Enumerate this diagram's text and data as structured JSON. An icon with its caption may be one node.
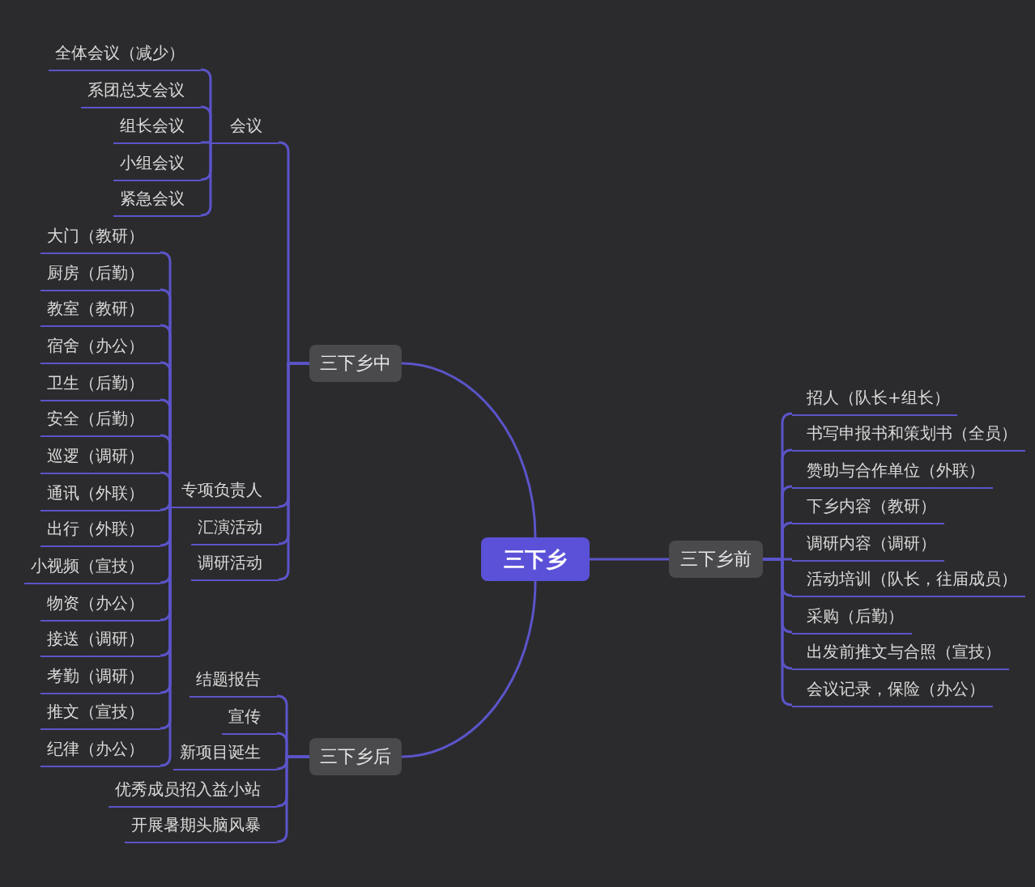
{
  "diagram": {
    "nodes": [
      {
        "text": [
          "三下乡"
        ]
      },
      {
        "text": [
          "三下乡中"
        ]
      },
      {
        "text": [
          "会议"
        ]
      },
      {
        "text": [
          "全体会议（减少）"
        ]
      },
      {
        "text": [
          "系团总支会议"
        ]
      },
      {
        "text": [
          "组长会议"
        ]
      },
      {
        "text": [
          "小组会议"
        ]
      },
      {
        "text": [
          "紧急会议"
        ]
      },
      {
        "text": [
          "专项负责人"
        ]
      },
      {
        "text": [
          "大门（教研）"
        ]
      },
      {
        "text": [
          "厨房（后勤）"
        ]
      },
      {
        "text": [
          "教室（教研）"
        ]
      },
      {
        "text": [
          "宿舍（办公）"
        ]
      },
      {
        "text": [
          "卫生（后勤）"
        ]
      },
      {
        "text": [
          "安全（后勤）"
        ]
      },
      {
        "text": [
          "巡逻（调研）"
        ]
      },
      {
        "text": [
          "通讯（外联）"
        ]
      },
      {
        "text": [
          "出行（外联）"
        ]
      },
      {
        "text": [
          "小视频（宣技）"
        ]
      },
      {
        "text": [
          "物资（办公）"
        ]
      },
      {
        "text": [
          "接送（调研）"
        ]
      },
      {
        "text": [
          "考勤（调研）"
        ]
      },
      {
        "text": [
          "推文（宣技）"
        ]
      },
      {
        "text": [
          "纪律（办公）"
        ]
      },
      {
        "text": [
          "汇演活动"
        ]
      },
      {
        "text": [
          "调研活动"
        ]
      },
      {
        "text": [
          "三下乡后"
        ]
      },
      {
        "text": [
          "结题报告"
        ]
      },
      {
        "text": [
          "宣传"
        ]
      },
      {
        "text": [
          "新项目诞生"
        ]
      },
      {
        "text": [
          "优秀成员招入益小站"
        ]
      },
      {
        "text": [
          "开展暑期头脑风暴"
        ]
      },
      {
        "text": [
          "三下乡前"
        ]
      },
      {
        "text": [
          "招人（队长+组长）"
        ]
      },
      {
        "text": [
          "书写申报书和策划书（全员）"
        ]
      },
      {
        "text": [
          "赞助与合作单位（外联）"
        ]
      },
      {
        "text": [
          "下乡内容（教研）"
        ]
      },
      {
        "text": [
          "调研内容（调研）"
        ]
      },
      {
        "text": [
          "活动培训（队长，往届成员）"
        ]
      },
      {
        "text": [
          "采购（后勤）"
        ]
      },
      {
        "text": [
          "出发前推文与合照（宣技）"
        ]
      },
      {
        "text": [
          "会议记录，保险（办公）"
        ]
      }
    ],
    "edges": [
      {
        "from": 0,
        "to": 1,
        "arrow": "none"
      },
      {
        "from": 1,
        "to": 2,
        "arrow": "none"
      },
      {
        "from": 2,
        "to": 3,
        "arrow": "none"
      },
      {
        "from": 2,
        "to": 4,
        "arrow": "none"
      },
      {
        "from": 2,
        "to": 5,
        "arrow": "none"
      },
      {
        "from": 2,
        "to": 6,
        "arrow": "none"
      },
      {
        "from": 2,
        "to": 7,
        "arrow": "none"
      },
      {
        "from": 1,
        "to": 8,
        "arrow": "none"
      },
      {
        "from": 8,
        "to": 9,
        "arrow": "none"
      },
      {
        "from": 8,
        "to": 10,
        "arrow": "none"
      },
      {
        "from": 8,
        "to": 11,
        "arrow": "none"
      },
      {
        "from": 8,
        "to": 12,
        "arrow": "none"
      },
      {
        "from": 8,
        "to": 13,
        "arrow": "none"
      },
      {
        "from": 8,
        "to": 14,
        "arrow": "none"
      },
      {
        "from": 8,
        "to": 15,
        "arrow": "none"
      },
      {
        "from": 8,
        "to": 16,
        "arrow": "none"
      },
      {
        "from": 8,
        "to": 17,
        "arrow": "none"
      },
      {
        "from": 8,
        "to": 18,
        "arrow": "none"
      },
      {
        "from": 8,
        "to": 19,
        "arrow": "none"
      },
      {
        "from": 8,
        "to": 20,
        "arrow": "none"
      },
      {
        "from": 8,
        "to": 21,
        "arrow": "none"
      },
      {
        "from": 8,
        "to": 22,
        "arrow": "none"
      },
      {
        "from": 8,
        "to": 23,
        "arrow": "none"
      },
      {
        "from": 1,
        "to": 24,
        "arrow": "none"
      },
      {
        "from": 1,
        "to": 25,
        "arrow": "none"
      },
      {
        "from": 0,
        "to": 26,
        "arrow": "none"
      },
      {
        "from": 26,
        "to": 27,
        "arrow": "none"
      },
      {
        "from": 26,
        "to": 28,
        "arrow": "none"
      },
      {
        "from": 26,
        "to": 29,
        "arrow": "none"
      },
      {
        "from": 26,
        "to": 30,
        "arrow": "none"
      },
      {
        "from": 26,
        "to": 31,
        "arrow": "none"
      },
      {
        "from": 0,
        "to": 32,
        "arrow": "none"
      },
      {
        "from": 32,
        "to": 33,
        "arrow": "none"
      },
      {
        "from": 32,
        "to": 34,
        "arrow": "none"
      },
      {
        "from": 32,
        "to": 35,
        "arrow": "none"
      },
      {
        "from": 32,
        "to": 36,
        "arrow": "none"
      },
      {
        "from": 32,
        "to": 37,
        "arrow": "none"
      },
      {
        "from": 32,
        "to": 38,
        "arrow": "none"
      },
      {
        "from": 32,
        "to": 39,
        "arrow": "none"
      },
      {
        "from": 32,
        "to": 40,
        "arrow": "none"
      },
      {
        "from": 32,
        "to": 41,
        "arrow": "none"
      }
    ]
  }
}
